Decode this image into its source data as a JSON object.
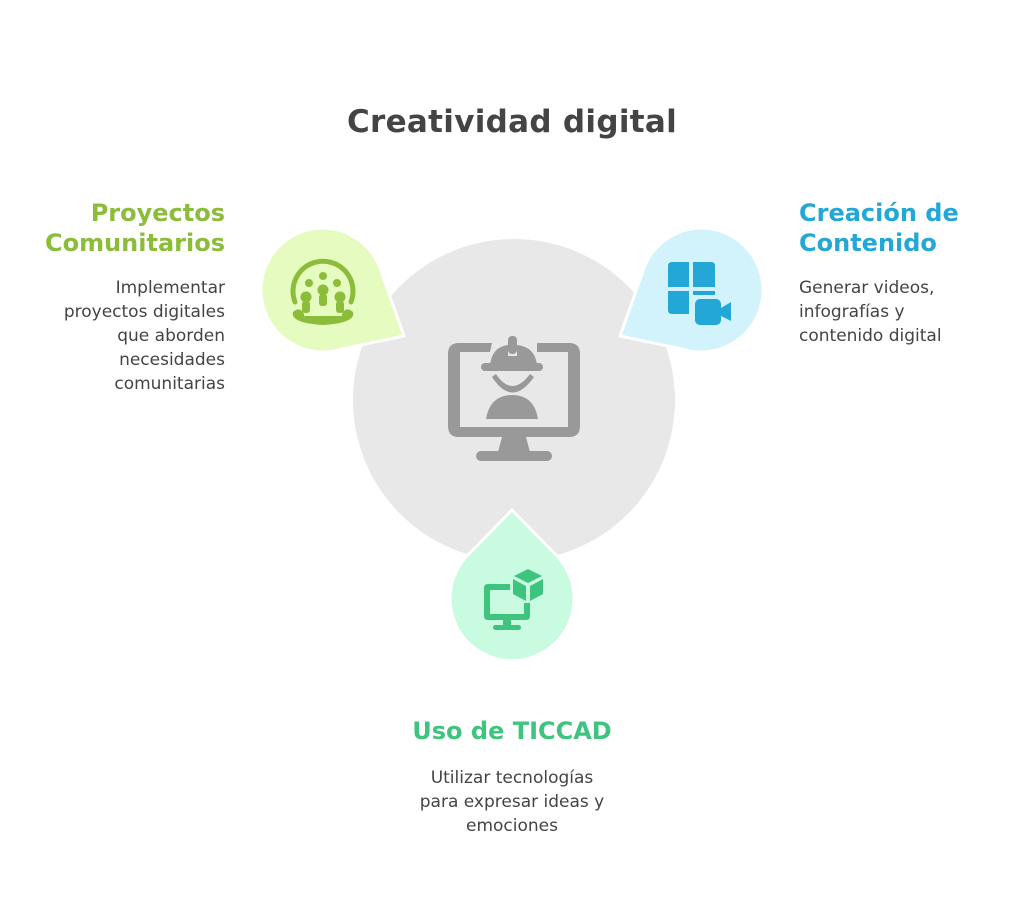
{
  "title": "Creatividad digital",
  "center": {
    "icon": "monitor-worker-icon",
    "color": "#999999",
    "fill": "#e8e8e8"
  },
  "items": [
    {
      "id": "proyectos-comunitarios",
      "heading_line1": "Proyectos",
      "heading_line2": "Comunitarios",
      "desc_lines": [
        "Implementar",
        "proyectos digitales",
        "que aborden",
        "necesidades",
        "comunitarias"
      ],
      "icon": "community-group-icon",
      "accent": "#8bbd3a",
      "fill": "#e6fbbf"
    },
    {
      "id": "creacion-de-contenido",
      "heading_line1": "Creación de",
      "heading_line2": "Contenido",
      "desc_lines": [
        "Generar videos,",
        "infografías y",
        "contenido digital"
      ],
      "icon": "layout-video-camera-icon",
      "accent": "#22a7d6",
      "fill": "#d3f3fc"
    },
    {
      "id": "uso-de-ticcad",
      "heading_line1": "Uso de TICCAD",
      "desc_lines": [
        "Utilizar tecnologías",
        "para expresar ideas y",
        "emociones"
      ],
      "icon": "monitor-cube-icon",
      "accent": "#3ec47f",
      "fill": "#c9fbe1"
    }
  ]
}
